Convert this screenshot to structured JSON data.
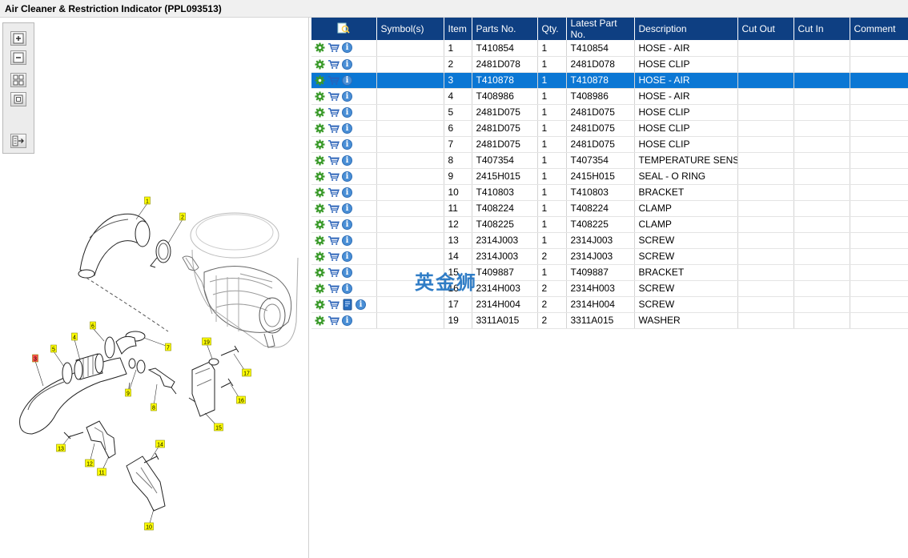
{
  "window": {
    "title": "Air Cleaner & Restriction Indicator (PPL093513)"
  },
  "toolbox": {
    "zoom_in": "zoom-in-icon",
    "zoom_out": "zoom-out-icon",
    "fit_all": "fit-all-icon",
    "actual_size": "actual-size-icon",
    "export": "export-list-icon"
  },
  "grid": {
    "columns": [
      "",
      "Symbol(s)",
      "Item",
      "Parts No.",
      "Qty.",
      "Latest Part No.",
      "Description",
      "Cut Out",
      "Cut In",
      "Comment"
    ],
    "rows": [
      {
        "item": "1",
        "part": "T410854",
        "qty": "1",
        "latest": "T410854",
        "desc": "HOSE - AIR",
        "selected": false,
        "doc": false
      },
      {
        "item": "2",
        "part": "2481D078",
        "qty": "1",
        "latest": "2481D078",
        "desc": "HOSE CLIP",
        "selected": false,
        "doc": false
      },
      {
        "item": "3",
        "part": "T410878",
        "qty": "1",
        "latest": "T410878",
        "desc": "HOSE - AIR",
        "selected": true,
        "doc": false
      },
      {
        "item": "4",
        "part": "T408986",
        "qty": "1",
        "latest": "T408986",
        "desc": "HOSE - AIR",
        "selected": false,
        "doc": false
      },
      {
        "item": "5",
        "part": "2481D075",
        "qty": "1",
        "latest": "2481D075",
        "desc": "HOSE CLIP",
        "selected": false,
        "doc": false
      },
      {
        "item": "6",
        "part": "2481D075",
        "qty": "1",
        "latest": "2481D075",
        "desc": "HOSE CLIP",
        "selected": false,
        "doc": false
      },
      {
        "item": "7",
        "part": "2481D075",
        "qty": "1",
        "latest": "2481D075",
        "desc": "HOSE CLIP",
        "selected": false,
        "doc": false
      },
      {
        "item": "8",
        "part": "T407354",
        "qty": "1",
        "latest": "T407354",
        "desc": "TEMPERATURE SENSOR",
        "selected": false,
        "doc": false
      },
      {
        "item": "9",
        "part": "2415H015",
        "qty": "1",
        "latest": "2415H015",
        "desc": "SEAL - O RING",
        "selected": false,
        "doc": false
      },
      {
        "item": "10",
        "part": "T410803",
        "qty": "1",
        "latest": "T410803",
        "desc": "BRACKET",
        "selected": false,
        "doc": false
      },
      {
        "item": "11",
        "part": "T408224",
        "qty": "1",
        "latest": "T408224",
        "desc": "CLAMP",
        "selected": false,
        "doc": false
      },
      {
        "item": "12",
        "part": "T408225",
        "qty": "1",
        "latest": "T408225",
        "desc": "CLAMP",
        "selected": false,
        "doc": false
      },
      {
        "item": "13",
        "part": "2314J003",
        "qty": "1",
        "latest": "2314J003",
        "desc": "SCREW",
        "selected": false,
        "doc": false
      },
      {
        "item": "14",
        "part": "2314J003",
        "qty": "2",
        "latest": "2314J003",
        "desc": "SCREW",
        "selected": false,
        "doc": false
      },
      {
        "item": "15",
        "part": "T409887",
        "qty": "1",
        "latest": "T409887",
        "desc": "BRACKET",
        "selected": false,
        "doc": false
      },
      {
        "item": "16",
        "part": "2314H003",
        "qty": "2",
        "latest": "2314H003",
        "desc": "SCREW",
        "selected": false,
        "doc": false
      },
      {
        "item": "17",
        "part": "2314H004",
        "qty": "2",
        "latest": "2314H004",
        "desc": "SCREW",
        "selected": false,
        "doc": true
      },
      {
        "item": "19",
        "part": "3311A015",
        "qty": "2",
        "latest": "3311A015",
        "desc": "WASHER",
        "selected": false,
        "doc": false
      }
    ]
  },
  "watermark": "英金狮",
  "diagram": {
    "callouts": [
      "1",
      "2",
      "3",
      "4",
      "5",
      "6",
      "7",
      "8",
      "9",
      "10",
      "11",
      "12",
      "13",
      "14",
      "15",
      "16",
      "17",
      "19"
    ],
    "highlight_color": "#ffff00",
    "selected_color": "#ff4d4d"
  },
  "colors": {
    "header": "#0e3f82",
    "selected_row": "#0b77d4",
    "gear": "#3a9a2a",
    "cart": "#2a62b8"
  }
}
